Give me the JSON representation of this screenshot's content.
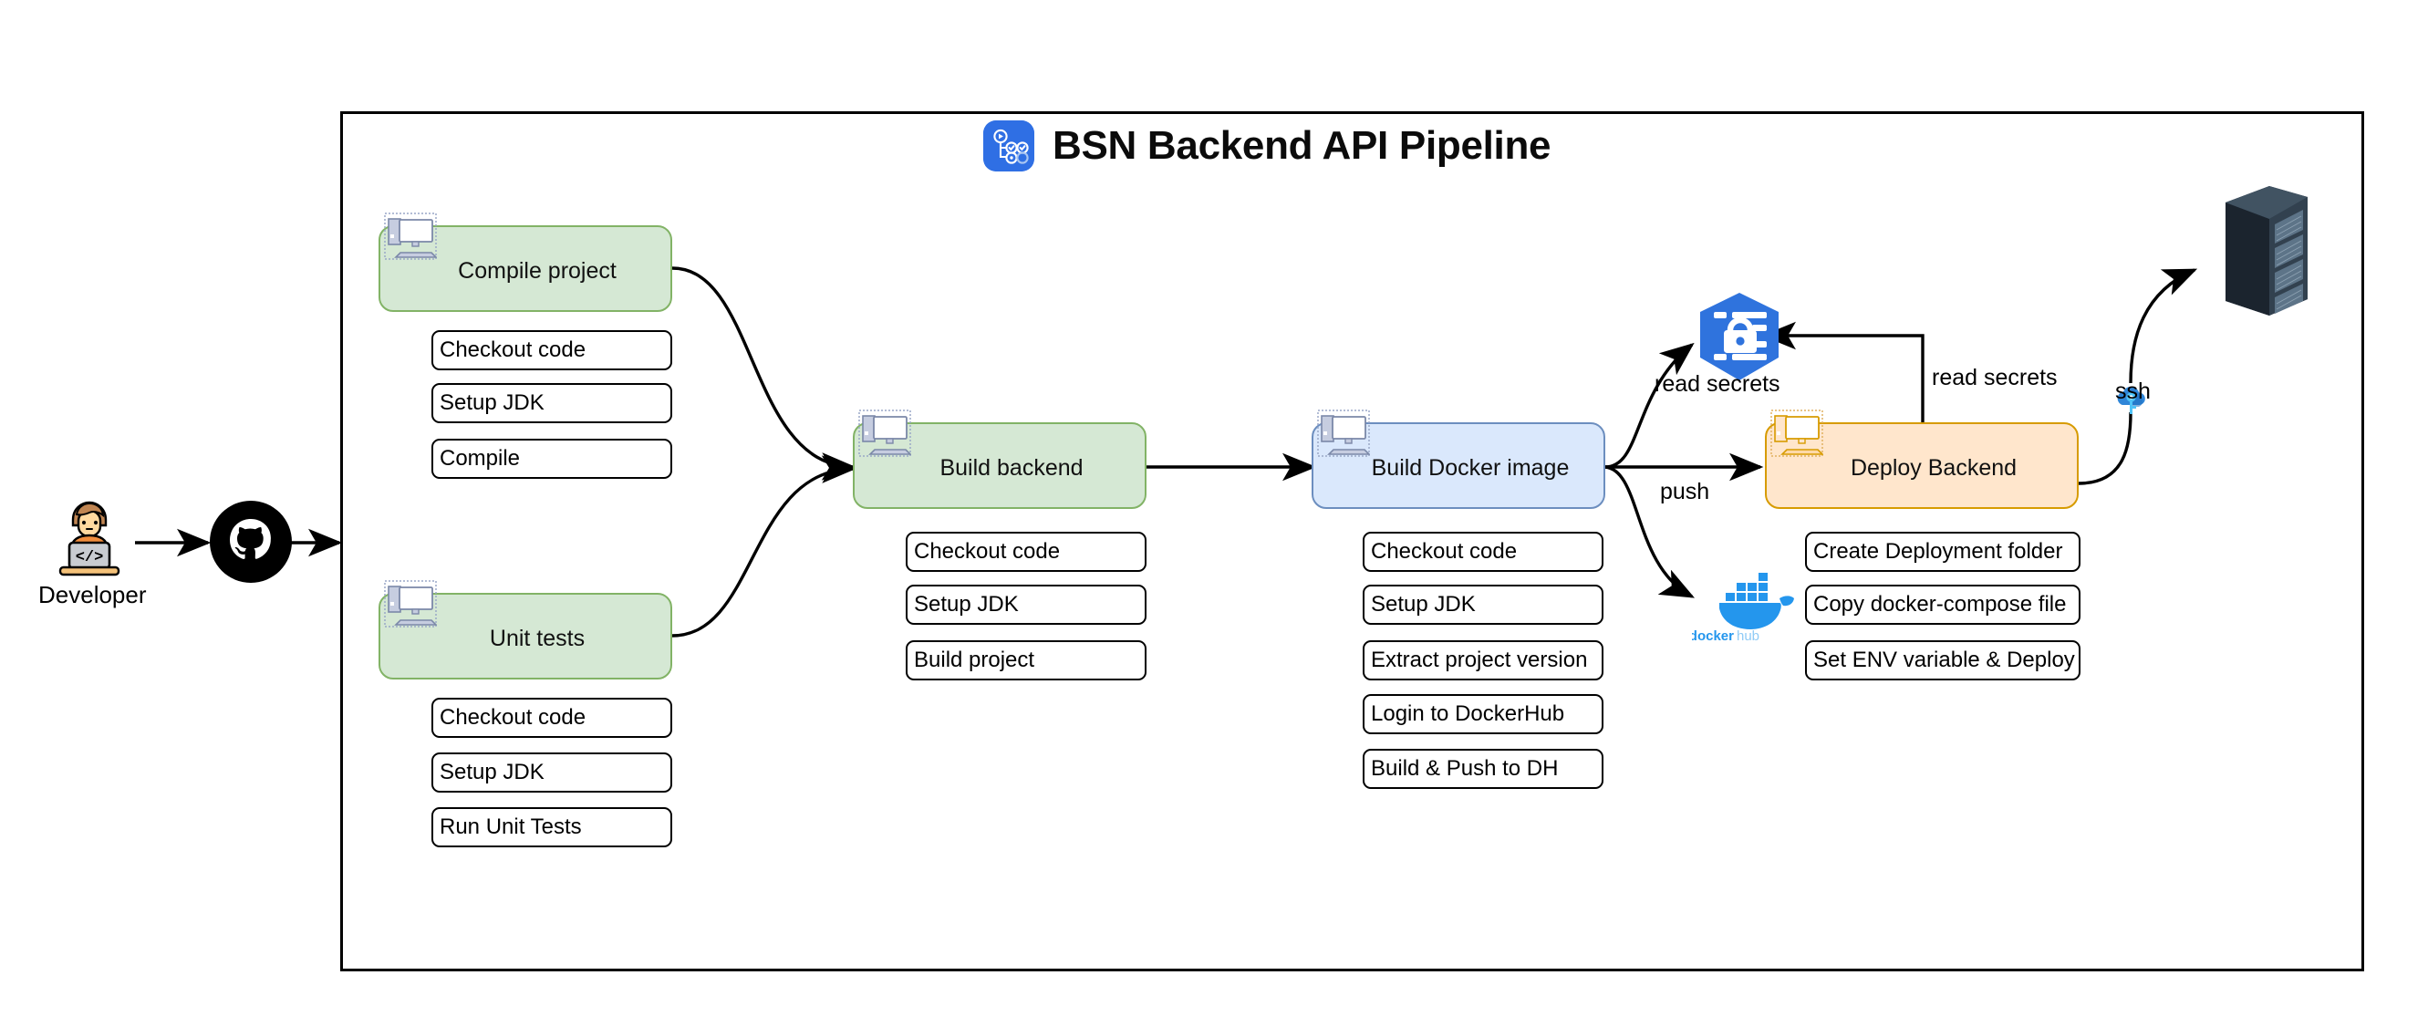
{
  "header": {
    "title": "BSN Backend API Pipeline",
    "icon": "github-actions-workflow-icon"
  },
  "actors": {
    "developer": {
      "label": "Developer",
      "icon": "developer-avatar-icon"
    },
    "github": {
      "label": "GitHub",
      "icon": "github-octocat-icon"
    },
    "secrets": {
      "label": "Secrets Manager",
      "icon": "kubernetes-secret-lock-icon"
    },
    "dockerhub": {
      "label": "docker hub",
      "label_primary": "docker",
      "label_secondary": "hub",
      "icon": "docker-whale-icon"
    },
    "server": {
      "label": "Server",
      "icon": "server-rack-icon"
    },
    "ssh": {
      "label": "ssh",
      "icon": "ssh-cloud-key-icon"
    }
  },
  "jobs": [
    {
      "id": "compile-project",
      "label": "Compile project",
      "color": "green",
      "steps": [
        "Checkout code",
        "Setup JDK",
        "Compile"
      ]
    },
    {
      "id": "unit-tests",
      "label": "Unit tests",
      "color": "green",
      "steps": [
        "Checkout code",
        "Setup JDK",
        "Run Unit Tests"
      ]
    },
    {
      "id": "build-backend",
      "label": "Build backend",
      "color": "green",
      "steps": [
        "Checkout code",
        "Setup JDK",
        "Build project"
      ]
    },
    {
      "id": "build-docker-image",
      "label": "Build Docker image",
      "color": "blue",
      "steps": [
        "Checkout code",
        "Setup JDK",
        "Extract project version",
        "Login to DockerHub",
        "Build & Push to DH"
      ]
    },
    {
      "id": "deploy-backend",
      "label": "Deploy Backend",
      "color": "orange",
      "steps": [
        "Create Deployment folder",
        "Copy docker-compose file",
        "Set ENV variable & Deploy"
      ]
    }
  ],
  "edge_labels": {
    "read_secrets_left": "read secrets",
    "read_secrets_right": "read secrets",
    "push": "push",
    "ssh": "ssh"
  },
  "colors": {
    "green_fill": "#d5e8d4",
    "green_stroke": "#82b366",
    "blue_fill": "#dae8fc",
    "blue_stroke": "#6c8ebf",
    "orange_fill": "#ffe6cc",
    "orange_stroke": "#d79b00",
    "frame_stroke": "#000000",
    "accent_blue": "#2f6fe4",
    "docker_blue": "#1d91e0"
  }
}
